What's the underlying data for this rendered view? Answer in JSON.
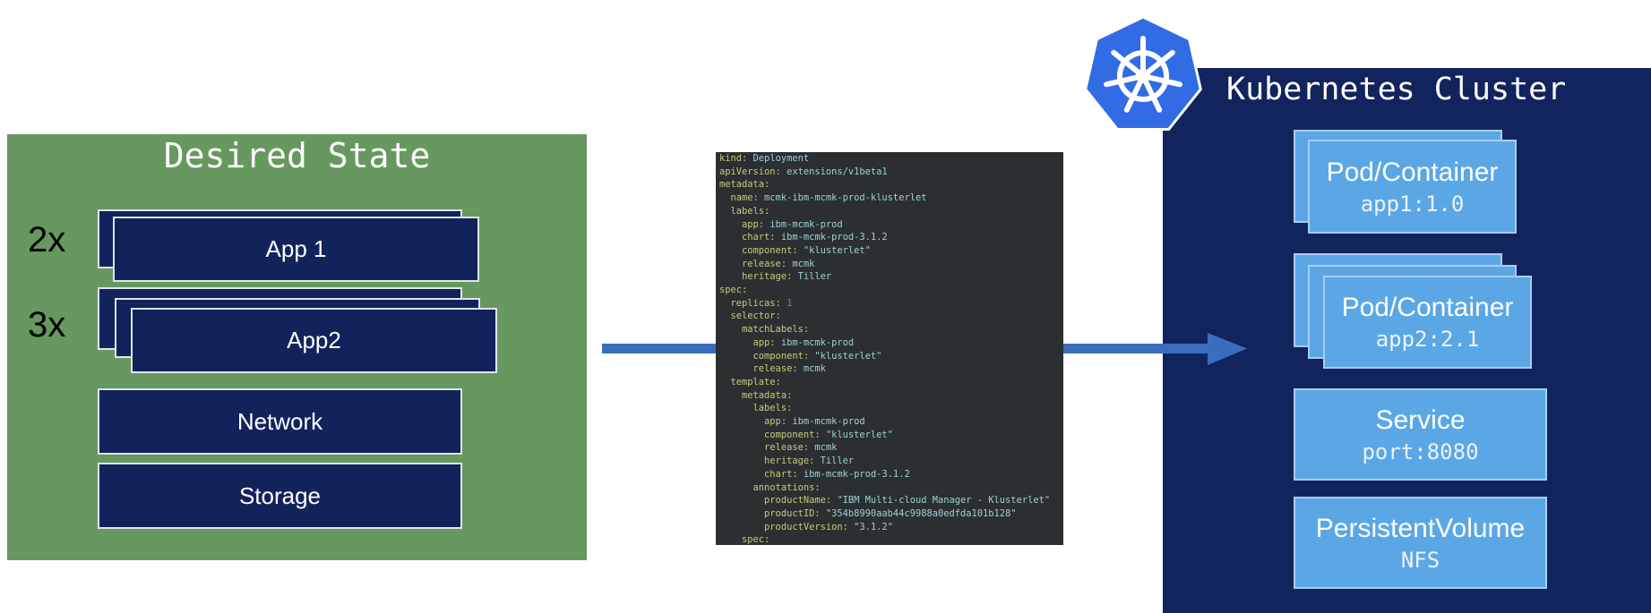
{
  "desired_state": {
    "title": "Desired State",
    "app1_multiplier": "2x",
    "app2_multiplier": "3x",
    "app1": "App 1",
    "app2": "App2",
    "network": "Network",
    "storage": "Storage"
  },
  "yaml_lines": [
    [
      "",
      "kind",
      ": ",
      "Deployment"
    ],
    [
      "",
      "apiVersion",
      ": ",
      "extensions/v1beta1"
    ],
    [
      "",
      "metadata",
      ":",
      ""
    ],
    [
      "  ",
      "name",
      ": ",
      "mcmk-ibm-mcmk-prod-klusterlet"
    ],
    [
      "  ",
      "labels",
      ":",
      ""
    ],
    [
      "    ",
      "app",
      ": ",
      "ibm-mcmk-prod"
    ],
    [
      "    ",
      "chart",
      ": ",
      "ibm-mcmk-prod-3.1.2"
    ],
    [
      "    ",
      "component",
      ": ",
      "\"klusterlet\""
    ],
    [
      "    ",
      "release",
      ": ",
      "mcmk"
    ],
    [
      "    ",
      "heritage",
      ": ",
      "Tiller"
    ],
    [
      "",
      "spec",
      ":",
      ""
    ],
    [
      "  ",
      "replicas",
      ": ",
      "1"
    ],
    [
      "  ",
      "selector",
      ":",
      ""
    ],
    [
      "    ",
      "matchLabels",
      ":",
      ""
    ],
    [
      "      ",
      "app",
      ": ",
      "ibm-mcmk-prod"
    ],
    [
      "      ",
      "component",
      ": ",
      "\"klusterlet\""
    ],
    [
      "      ",
      "release",
      ": ",
      "mcmk"
    ],
    [
      "  ",
      "template",
      ":",
      ""
    ],
    [
      "    ",
      "metadata",
      ":",
      ""
    ],
    [
      "      ",
      "labels",
      ":",
      ""
    ],
    [
      "        ",
      "app",
      ": ",
      "ibm-mcmk-prod"
    ],
    [
      "        ",
      "component",
      ": ",
      "\"klusterlet\""
    ],
    [
      "        ",
      "release",
      ": ",
      "mcmk"
    ],
    [
      "        ",
      "heritage",
      ": ",
      "Tiller"
    ],
    [
      "        ",
      "chart",
      ": ",
      "ibm-mcmk-prod-3.1.2"
    ],
    [
      "      ",
      "annotations",
      ":",
      ""
    ],
    [
      "        ",
      "productName",
      ": ",
      "\"IBM Multi-cloud Manager - Klusterlet\""
    ],
    [
      "        ",
      "productID",
      ": ",
      "\"354b8990aab44c9988a0edfda101b128\""
    ],
    [
      "        ",
      "productVersion",
      ": ",
      "\"3.1.2\""
    ],
    [
      "    ",
      "spec",
      ":",
      ""
    ]
  ],
  "cluster": {
    "title": "Kubernetes Cluster",
    "pod1": {
      "title": "Pod/Container",
      "sub": "app1:1.0"
    },
    "pod2": {
      "title": "Pod/Container",
      "sub": "app2:2.1"
    },
    "service": {
      "title": "Service",
      "sub": "port:8080"
    },
    "volume": {
      "title": "PersistentVolume",
      "sub": "NFS"
    }
  },
  "colors": {
    "desired_bg": "#67985f",
    "navy": "#12235c",
    "pod_blue": "#5ba7e6",
    "arrow": "#3a6dbd",
    "k8s_logo": "#326ce5"
  }
}
